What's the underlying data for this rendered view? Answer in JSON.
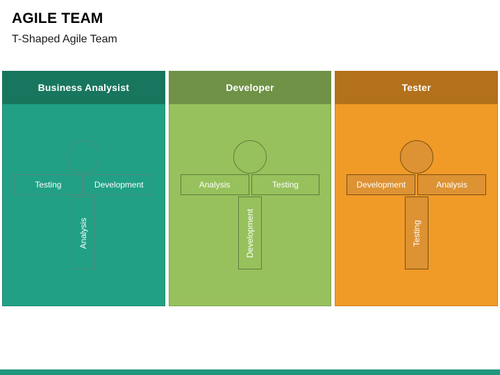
{
  "header": {
    "title": "AGILE TEAM",
    "subtitle": "T-Shaped Agile Team"
  },
  "colors": {
    "panel_1_header": "#17765d",
    "panel_1_body": "#21a085",
    "panel_2_header": "#6f9247",
    "panel_2_body": "#97c15c",
    "panel_3_header": "#b3711c",
    "panel_3_body": "#f09a28",
    "footer_bar": "#21967e"
  },
  "panels": [
    {
      "role": "Business Analysist",
      "head_icon": "person-head-circle-icon",
      "breadth_skills": [
        "Testing",
        "Development"
      ],
      "depth_skill": "Analysis"
    },
    {
      "role": "Developer",
      "head_icon": "person-head-circle-icon",
      "breadth_skills": [
        "Analysis",
        "Testing"
      ],
      "depth_skill": "Development"
    },
    {
      "role": "Tester",
      "head_icon": "person-head-circle-icon",
      "breadth_skills": [
        "Development",
        "Analysis"
      ],
      "depth_skill": "Testing"
    }
  ]
}
